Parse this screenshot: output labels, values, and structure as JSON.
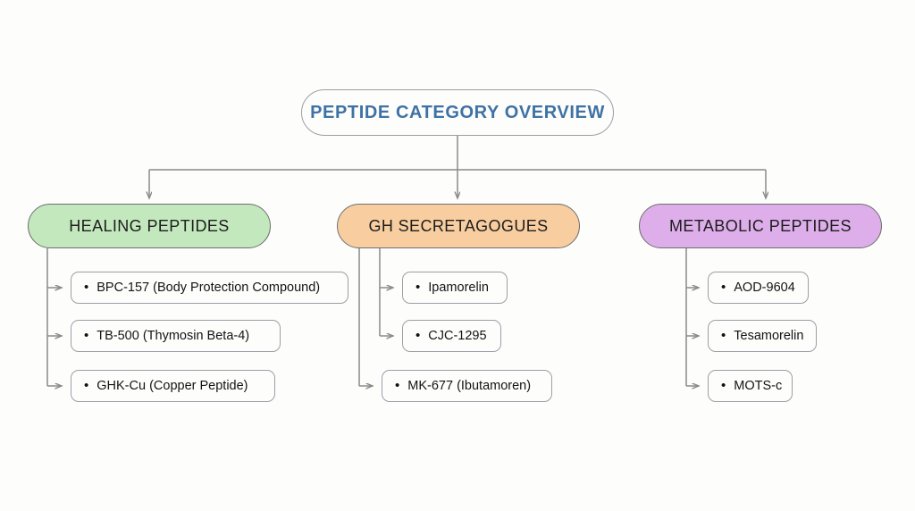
{
  "diagram": {
    "title": "PEPTIDE CATEGORY OVERVIEW",
    "background_color": "#fdfdfc",
    "root": {
      "label": "PEPTIDE CATEGORY OVERVIEW",
      "text_color": "#3f72a4",
      "border_color": "#9aa0a6",
      "fill_color": "#fdfdfc"
    },
    "categories": [
      {
        "label": "HEALING PEPTIDES",
        "fill_color": "#c3e8bd",
        "border_color": "#6f6f6f",
        "items": [
          {
            "bullet": "•",
            "label": "BPC-157 (Body Protection Compound)"
          },
          {
            "bullet": "•",
            "label": "TB-500 (Thymosin Beta-4)"
          },
          {
            "bullet": "•",
            "label": "GHK-Cu (Copper Peptide)"
          }
        ]
      },
      {
        "label": "GH SECRETAGOGUES",
        "fill_color": "#f8cea0",
        "border_color": "#6f6f6f",
        "items": [
          {
            "bullet": "•",
            "label": "Ipamorelin"
          },
          {
            "bullet": "•",
            "label": "CJC-1295"
          },
          {
            "bullet": "•",
            "label": "MK-677 (Ibutamoren)"
          }
        ]
      },
      {
        "label": "METABOLIC PEPTIDES",
        "fill_color": "#ddaeea",
        "border_color": "#6f6f6f",
        "items": [
          {
            "bullet": "•",
            "label": "AOD-9604"
          },
          {
            "bullet": "•",
            "label": "Tesamorelin"
          },
          {
            "bullet": "•",
            "label": "MOTS-c"
          }
        ]
      }
    ],
    "connector_color": "#8a8a8a"
  }
}
